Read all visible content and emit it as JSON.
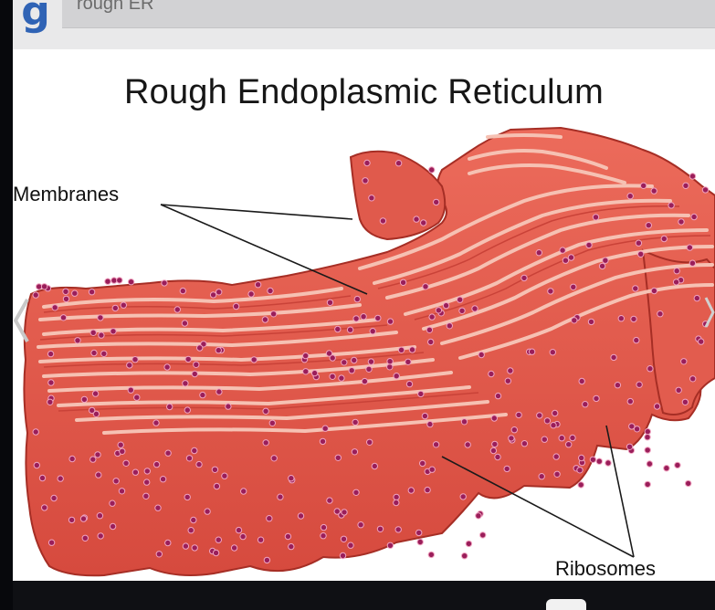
{
  "search": {
    "query": "rough ER"
  },
  "figure": {
    "title": "Rough Endoplasmic Reticulum",
    "labels": {
      "membranes": "Membranes",
      "ribosomes": "Ribosomes"
    }
  },
  "colors": {
    "tissue": "#e0574a",
    "tissue_dark": "#b9352b",
    "membrane_light": "#f6c1b3",
    "ribosome": "#9a1e5a"
  },
  "icons": {
    "logo": "google-g-icon",
    "back": "chevron-left-icon",
    "forward": "chevron-right-icon"
  }
}
